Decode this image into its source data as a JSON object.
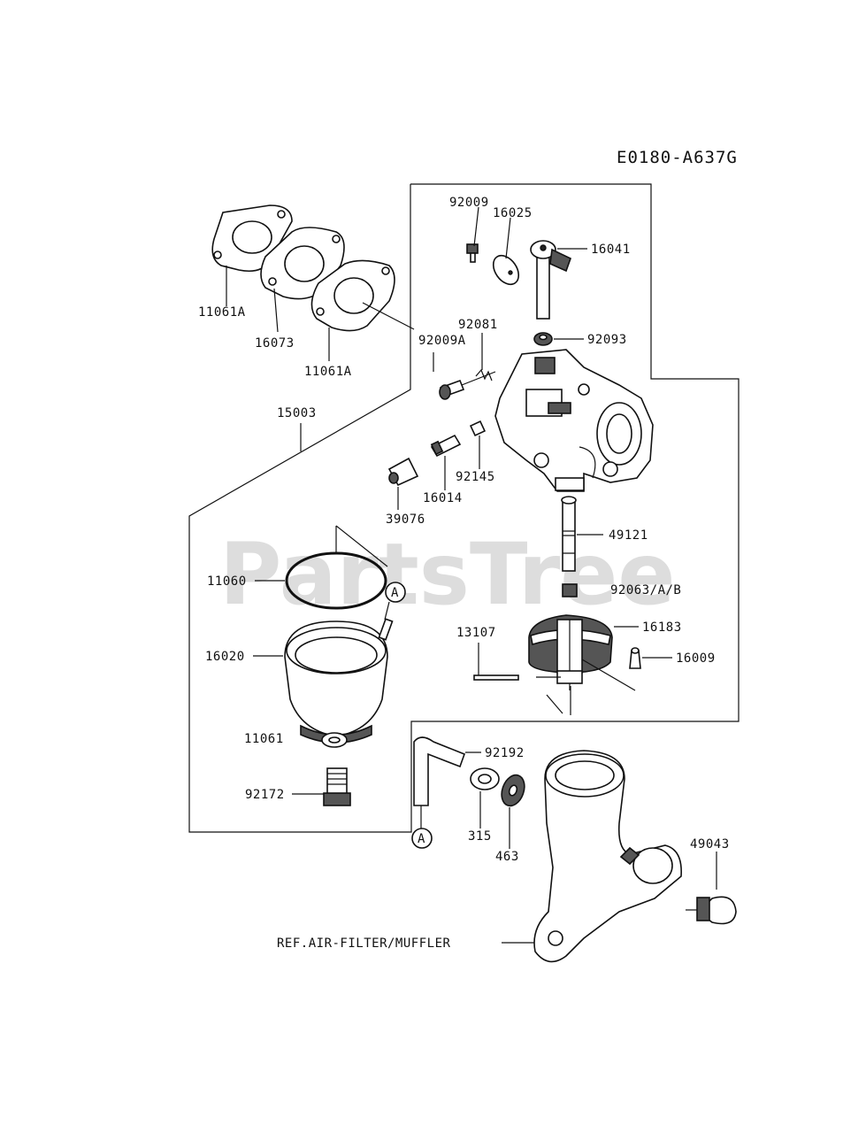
{
  "diagram_code": "E0180-A637G",
  "watermark": "PartsTree",
  "connector_letter": "A",
  "labels": {
    "p92009": "92009",
    "p16025": "16025",
    "p16041": "16041",
    "p11061A_1": "11061A",
    "p16073": "16073",
    "p11061A_2": "11061A",
    "p92009A": "92009A",
    "p92081": "92081",
    "p92093": "92093",
    "p15003": "15003",
    "p92145": "92145",
    "p16014": "16014",
    "p39076": "39076",
    "p49121": "49121",
    "p11060": "11060",
    "p92063": "92063/A/B",
    "p16020": "16020",
    "p13107": "13107",
    "p16183": "16183",
    "p16009": "16009",
    "p11061": "11061",
    "p92192": "92192",
    "p92172": "92172",
    "p315": "315",
    "p463": "463",
    "p49043": "49043",
    "ref": "REF.AIR-FILTER/MUFFLER"
  }
}
